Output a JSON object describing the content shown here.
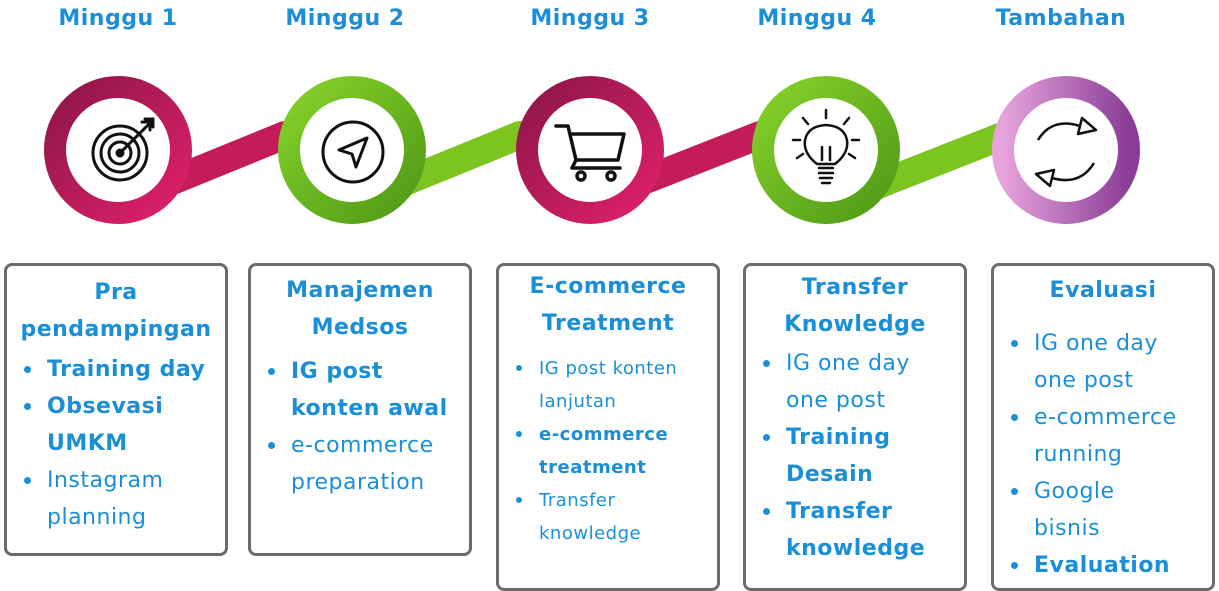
{
  "colors": {
    "accent": "#1a8fd8",
    "magenta": "#c41b59",
    "green": "#7cc521",
    "purple": "#b274c0"
  },
  "weeks": [
    {
      "title": "Minggu 1",
      "icon": "target-icon"
    },
    {
      "title": "Minggu 2",
      "icon": "navigation-icon"
    },
    {
      "title": "Minggu 3",
      "icon": "cart-icon"
    },
    {
      "title": "Minggu 4",
      "icon": "lightbulb-icon"
    },
    {
      "title": "Tambahan",
      "icon": "refresh-icon"
    }
  ],
  "cards": [
    {
      "title_lines": [
        "Pra",
        "pendampingan"
      ],
      "items": [
        {
          "lines": [
            "Training day"
          ],
          "bold": true
        },
        {
          "lines": [
            "Obsevasi",
            "UMKM"
          ],
          "bold": true
        },
        {
          "lines": [
            "Instagram",
            "planning"
          ],
          "bold": false
        }
      ]
    },
    {
      "title_lines": [
        "Manajemen",
        "Medsos"
      ],
      "items": [
        {
          "lines": [
            "IG post",
            "konten awal"
          ],
          "bold": true
        },
        {
          "lines": [
            "e-commerce",
            "preparation"
          ],
          "bold": false
        }
      ]
    },
    {
      "title_lines": [
        "E-commerce",
        "Treatment"
      ],
      "items": [
        {
          "lines": [
            "IG post konten",
            "lanjutan"
          ],
          "bold": false
        },
        {
          "lines": [
            "e-commerce",
            "treatment"
          ],
          "bold": true
        },
        {
          "lines": [
            "Transfer",
            "knowledge"
          ],
          "bold": false
        }
      ]
    },
    {
      "title_lines": [
        "Transfer",
        "Knowledge"
      ],
      "items": [
        {
          "lines": [
            "IG one day",
            "one post"
          ],
          "bold": false
        },
        {
          "lines": [
            "Training",
            "Desain"
          ],
          "bold": true
        },
        {
          "lines": [
            "Transfer",
            "knowledge"
          ],
          "bold": true
        }
      ]
    },
    {
      "title_lines": [
        "Evaluasi"
      ],
      "items": [
        {
          "lines": [
            "IG one day",
            "one post"
          ],
          "bold": false
        },
        {
          "lines": [
            "e-commerce",
            "running"
          ],
          "bold": false
        },
        {
          "lines": [
            "Google",
            "bisnis"
          ],
          "bold": false
        },
        {
          "lines": [
            "Evaluation"
          ],
          "bold": true
        }
      ]
    }
  ]
}
